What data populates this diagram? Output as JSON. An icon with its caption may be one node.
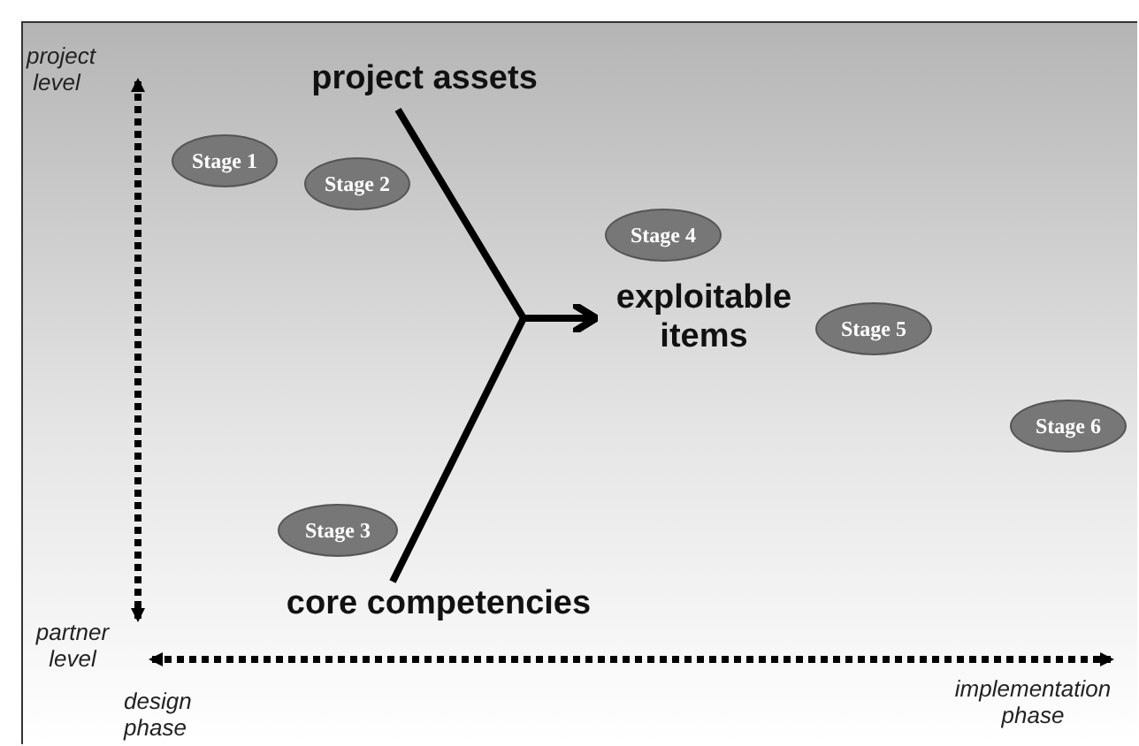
{
  "diagram": {
    "nodes": [
      {
        "text": [
          "project assets"
        ]
      },
      {
        "text": [
          "Stage 1"
        ]
      },
      {
        "text": [
          "Stage 2"
        ]
      },
      {
        "text": [
          "Stage 4"
        ]
      },
      {
        "text": [
          "exploitable items"
        ]
      },
      {
        "text": [
          "Stage 5"
        ]
      },
      {
        "text": [
          "Stage 6"
        ]
      },
      {
        "text": [
          "Stage 3"
        ]
      },
      {
        "text": [
          "core competencies"
        ]
      }
    ],
    "edges": [
      {
        "from": 0,
        "to": 4,
        "arrow": "to"
      },
      {
        "from": 8,
        "to": 4,
        "arrow": "to"
      }
    ],
    "labels": [
      "project level",
      "partner level",
      "design phase",
      "implementation phase"
    ]
  }
}
